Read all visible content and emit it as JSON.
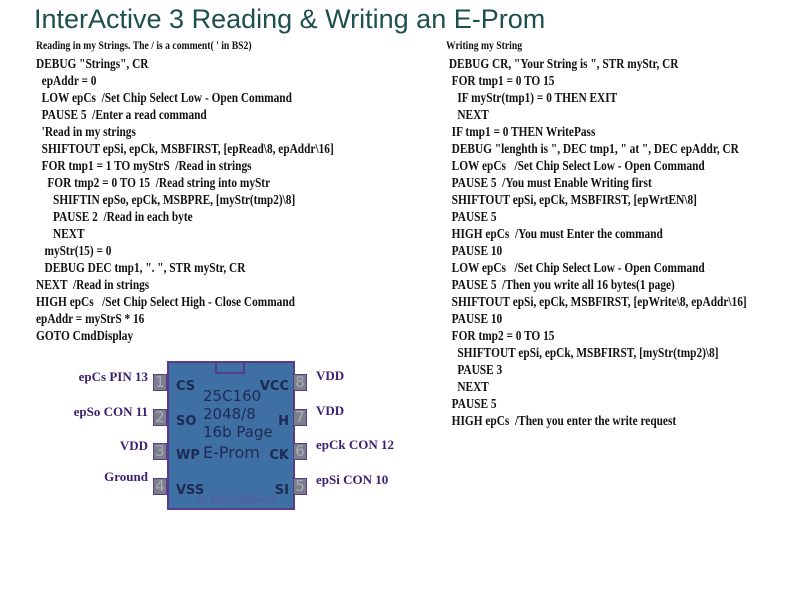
{
  "title": "InterActive 3 Reading & Writing an E-Prom",
  "left": {
    "heading": "Reading in my Strings. The / is a comment( ' in BS2)",
    "lines": [
      "DEBUG \"Strings\", CR",
      "  epAddr = 0",
      "  LOW epCs  /Set Chip Select Low - Open Command",
      "  PAUSE 5  /Enter a read command",
      "  'Read in my strings",
      "  SHIFTOUT epSi, epCk, MSBFIRST, [epRead\\8, epAddr\\16]",
      "  FOR tmp1 = 1 TO myStrS  /Read in strings",
      "    FOR tmp2 = 0 TO 15  /Read string into myStr",
      "      SHIFTIN epSo, epCk, MSBPRE, [myStr(tmp2)\\8]",
      "      PAUSE 2  /Read in each byte",
      "      NEXT",
      "   myStr(15) = 0",
      "   DEBUG DEC tmp1, \". \", STR myStr, CR",
      "NEXT  /Read in strings",
      "HIGH epCs   /Set Chip Select High - Close Command",
      "epAddr = myStrS * 16",
      "GOTO CmdDisplay"
    ]
  },
  "right": {
    "heading": "Writing my String",
    "lines": [
      " DEBUG CR, \"Your String is \", STR myStr, CR",
      "  FOR tmp1 = 0 TO 15",
      "    IF myStr(tmp1) = 0 THEN EXIT",
      "    NEXT",
      "  IF tmp1 = 0 THEN WritePass",
      "  DEBUG \"lenghth is \", DEC tmp1, \" at \", DEC epAddr, CR",
      "  LOW epCs   /Set Chip Select Low - Open Command",
      "  PAUSE 5  /You must Enable Writing first",
      "  SHIFTOUT epSi, epCk, MSBFIRST, [epWrtEN\\8]",
      "  PAUSE 5",
      "  HIGH epCs  /You must Enter the command",
      "  PAUSE 10",
      "  LOW epCs   /Set Chip Select Low - Open Command",
      "  PAUSE 5  /Then you write all 16 bytes(1 page)",
      "  SHIFTOUT epSi, epCk, MSBFIRST, [epWrite\\8, epAddr\\16]",
      "  PAUSE 10",
      "  FOR tmp2 = 0 TO 15",
      "    SHIFTOUT epSi, epCk, MSBFIRST, [myStr(tmp2)\\8]",
      "    PAUSE 3",
      "    NEXT",
      "  PAUSE 5",
      "  HIGH epCs  /Then you enter the write request"
    ]
  },
  "chip": {
    "center": [
      "25C160",
      "2048/8",
      "16b Page",
      "E-Prom"
    ],
    "footer": "In BreadBoard",
    "left_pins": [
      {
        "num": "1",
        "name": "CS",
        "label": "epCs  PIN 13"
      },
      {
        "num": "2",
        "name": "SO",
        "label": "epSo  CON 11"
      },
      {
        "num": "3",
        "name": "WP",
        "label": "VDD"
      },
      {
        "num": "4",
        "name": "VSS",
        "label": "Ground"
      }
    ],
    "right_pins": [
      {
        "num": "8",
        "name": "VCC",
        "label": "VDD"
      },
      {
        "num": "7",
        "name": "H",
        "label": "VDD"
      },
      {
        "num": "6",
        "name": "CK",
        "label": "epCk  CON 12"
      },
      {
        "num": "5",
        "name": "SI",
        "label": "epSi CON 10"
      }
    ]
  }
}
